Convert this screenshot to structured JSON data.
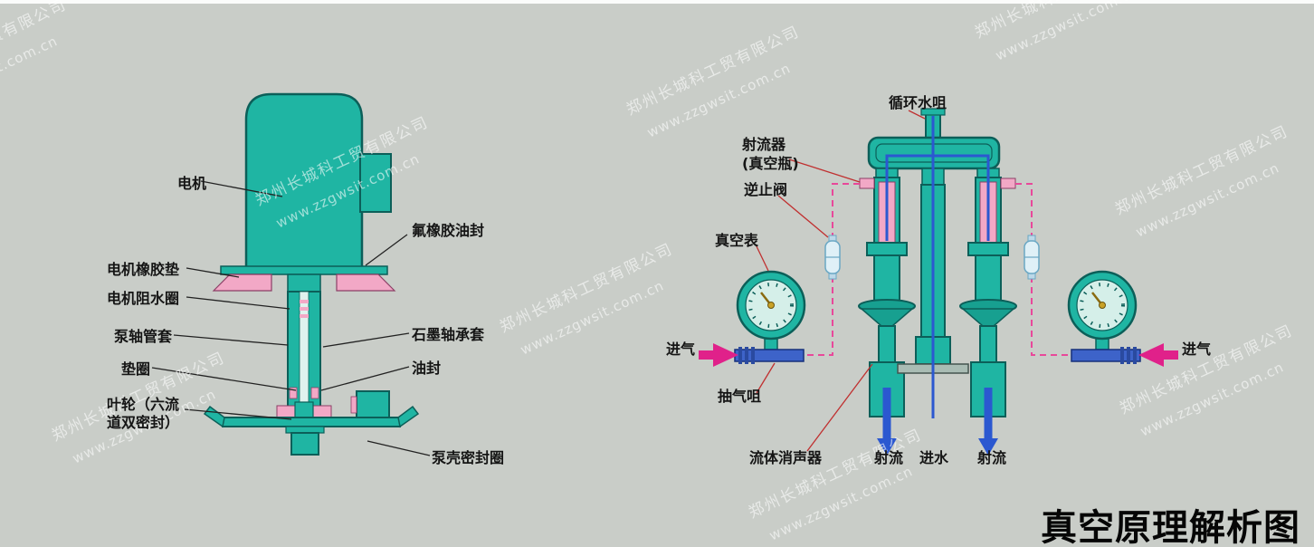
{
  "title": "真空原理解析图",
  "watermark": {
    "company": "郑州长城科工贸有限公司",
    "url": "www.zzgwsit.com.cn"
  },
  "pump": {
    "labels": {
      "motor": "电机",
      "fluoro_oil_seal": "氟橡胶油封",
      "motor_rubber_pad": "电机橡胶垫",
      "motor_water_ring": "电机阻水圈",
      "shaft_sleeve": "泵轴管套",
      "graphite_bearing": "石墨轴承套",
      "washer": "垫圈",
      "oil_seal": "油封",
      "impeller": "叶轮（六流道双密封）",
      "casing_seal": "泵壳密封圈"
    }
  },
  "vacuum": {
    "labels": {
      "circulating_nozzle": "循环水咀",
      "jet_device": "射流器",
      "jet_device_sub": "(真空瓶)",
      "check_valve": "逆止阀",
      "vacuum_gauge": "真空表",
      "air_inlet_left": "进气",
      "suction_nozzle": "抽气咀",
      "fluid_muffler": "流体消声器",
      "jet_left": "射流",
      "water_inlet": "进水",
      "jet_right": "射流",
      "air_inlet_right": "进气"
    }
  },
  "colors": {
    "background": "#c9cdc8",
    "teal": "#1fb5a3",
    "teal_dark": "#0c5f59",
    "pink": "#f2a8c6",
    "magenta_dashed": "#e8489a",
    "blue": "#2b58d0",
    "leader_red": "#c03030",
    "label_text": "#151515"
  }
}
